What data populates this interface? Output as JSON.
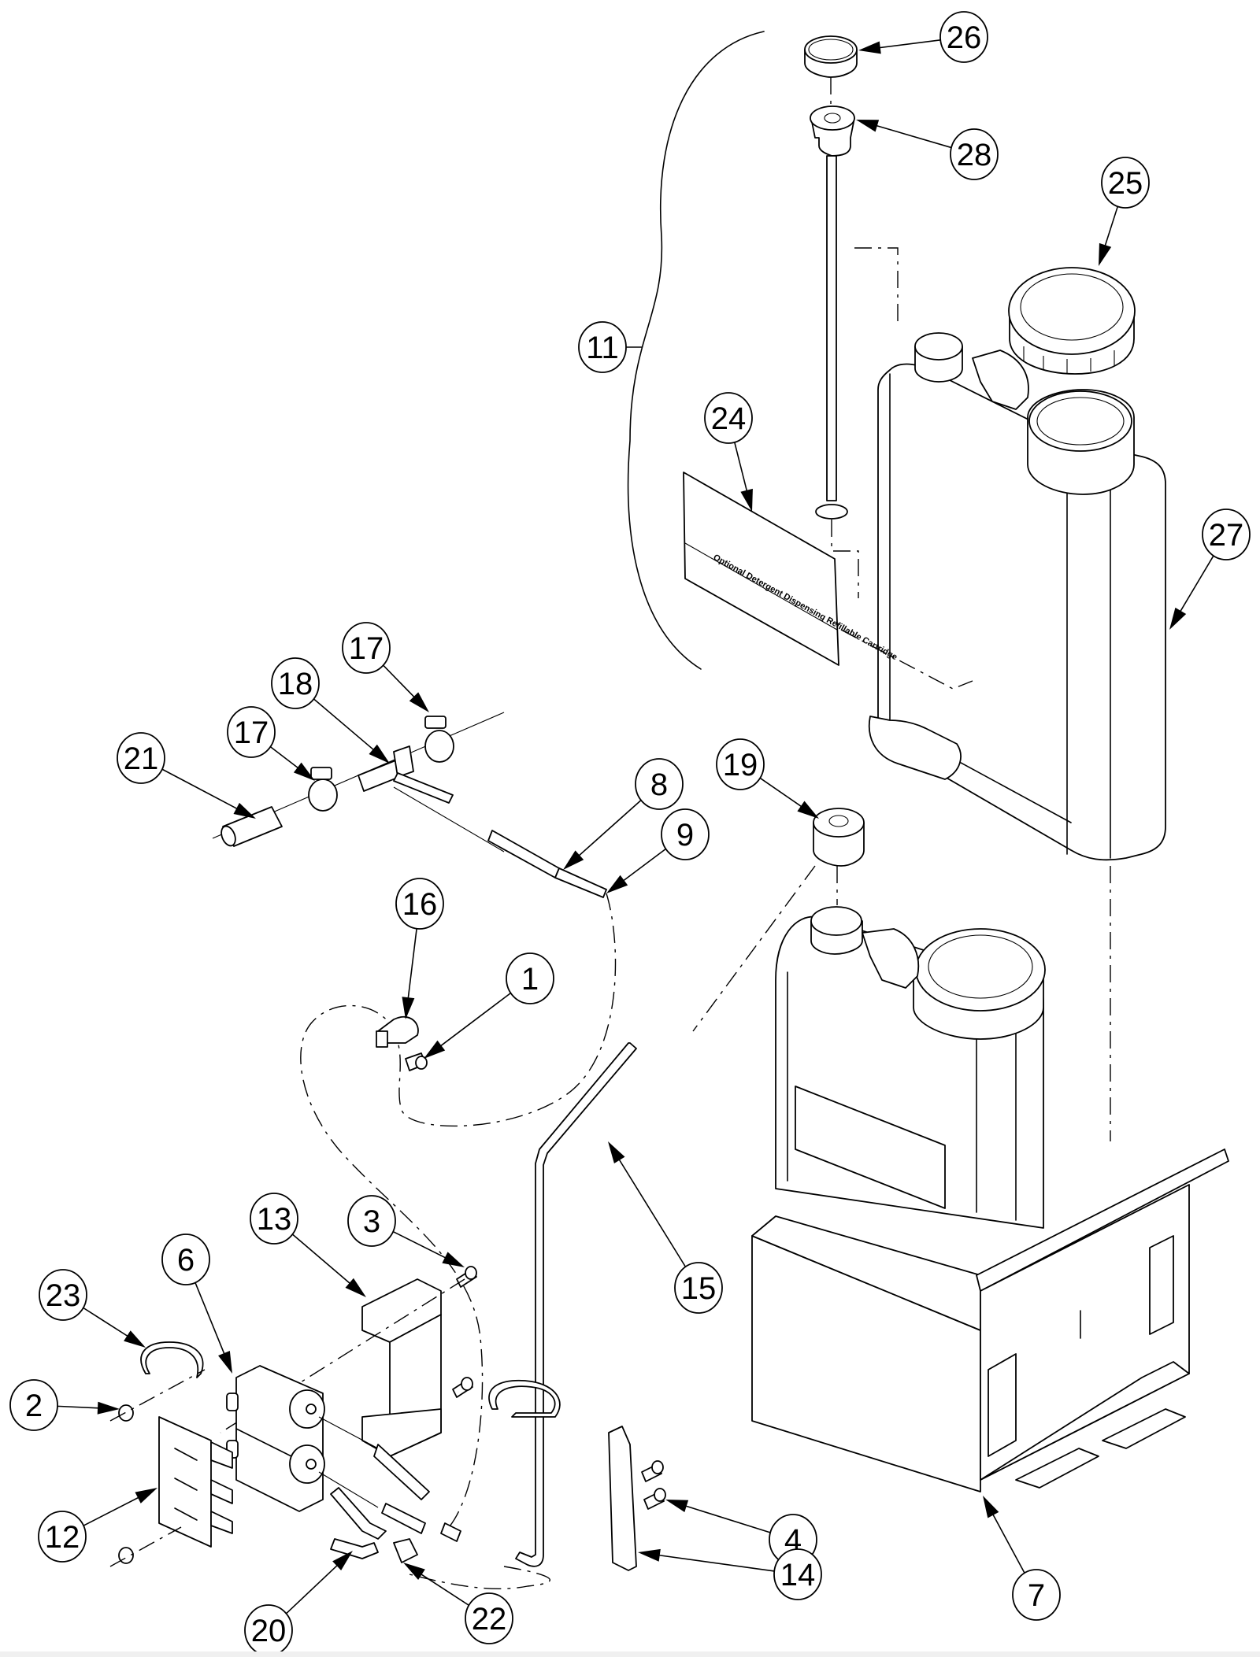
{
  "diagram": {
    "title": "Optional Detergent Dispensing Refillable Cartridge - Exploded Parts View",
    "label_text": "Optional Detergent Dispensing Refillable Cartridge",
    "callouts": [
      {
        "id": "26",
        "part": "cap"
      },
      {
        "id": "28",
        "part": "dip-tube-fitting"
      },
      {
        "id": "25",
        "part": "tank-lid"
      },
      {
        "id": "11",
        "part": "cartridge-assembly"
      },
      {
        "id": "24",
        "part": "decal-label"
      },
      {
        "id": "27",
        "part": "refill-tank"
      },
      {
        "id": "17",
        "part": "hose-clamp-upper"
      },
      {
        "id": "18",
        "part": "tee-fitting"
      },
      {
        "id": "17",
        "part": "hose-clamp-lower"
      },
      {
        "id": "21",
        "part": "hose-sleeve"
      },
      {
        "id": "8",
        "part": "tube"
      },
      {
        "id": "9",
        "part": "tube-end"
      },
      {
        "id": "19",
        "part": "tank-cap-fitting"
      },
      {
        "id": "16",
        "part": "p-clamp"
      },
      {
        "id": "1",
        "part": "screw"
      },
      {
        "id": "13",
        "part": "pump-bracket"
      },
      {
        "id": "3",
        "part": "bolt"
      },
      {
        "id": "6",
        "part": "dual-pump"
      },
      {
        "id": "23",
        "part": "cable-tie"
      },
      {
        "id": "2",
        "part": "nut"
      },
      {
        "id": "12",
        "part": "mounting-plate"
      },
      {
        "id": "15",
        "part": "rod"
      },
      {
        "id": "4",
        "part": "bolts"
      },
      {
        "id": "14",
        "part": "strap-bracket"
      },
      {
        "id": "7",
        "part": "tank-holder-tray"
      },
      {
        "id": "20",
        "part": "hose-elbow"
      },
      {
        "id": "22",
        "part": "y-connector"
      }
    ]
  }
}
